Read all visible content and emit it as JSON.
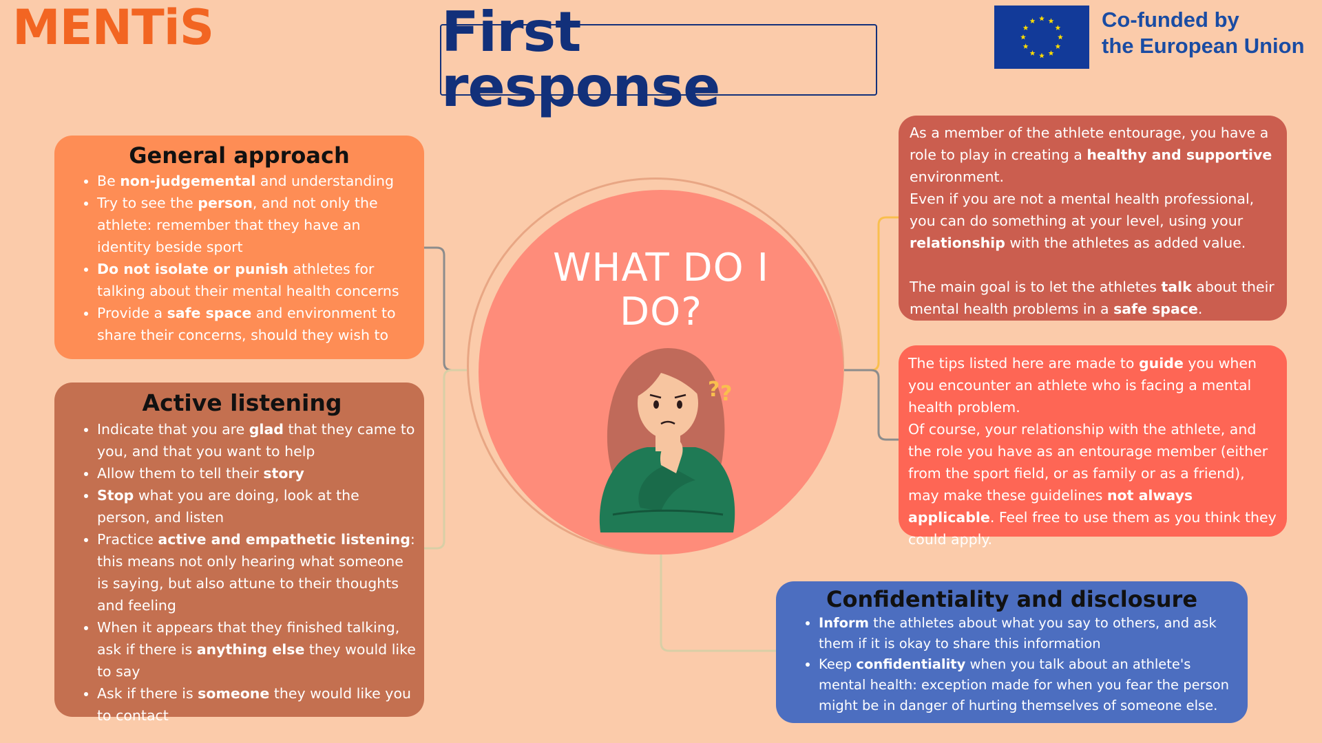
{
  "brand": {
    "logo": "MENTiS",
    "eu_line1": "Co-funded by",
    "eu_line2": "the European Union"
  },
  "title": "First response",
  "center": {
    "line1": "WHAT DO I",
    "line2": "DO?"
  },
  "colors": {
    "background": "#FBCBAA",
    "logo": "#F26522",
    "title": "#12307A",
    "general_card": "#FE8D55",
    "active_card": "#C47050",
    "confidentiality_card": "#4C6EC0",
    "entourage_card": "#CB5E4F",
    "tips_card": "#FE6655",
    "center_circle": "#FE8C7A"
  },
  "general": {
    "heading": "General approach",
    "items": [
      [
        {
          "t": "Be "
        },
        {
          "t": "non-judgemental",
          "b": true
        },
        {
          "t": " and understanding"
        }
      ],
      [
        {
          "t": "Try to see the "
        },
        {
          "t": "person",
          "b": true
        },
        {
          "t": ", and not only the athlete: remember that they have an identity beside sport"
        }
      ],
      [
        {
          "t": "Do not isolate or punish",
          "b": true
        },
        {
          "t": " athletes for talking about their mental health concerns"
        }
      ],
      [
        {
          "t": "Provide a "
        },
        {
          "t": "safe space",
          "b": true
        },
        {
          "t": " and environment to share their concerns, should they wish to"
        }
      ]
    ]
  },
  "active": {
    "heading": "Active listening",
    "items": [
      [
        {
          "t": "Indicate that you are "
        },
        {
          "t": "glad",
          "b": true
        },
        {
          "t": " that they came to you, and that you want to help"
        }
      ],
      [
        {
          "t": "Allow them to tell their "
        },
        {
          "t": "story",
          "b": true
        }
      ],
      [
        {
          "t": "Stop",
          "b": true
        },
        {
          "t": " what you are doing, look at the person, and listen"
        }
      ],
      [
        {
          "t": "Practice "
        },
        {
          "t": "active and empathetic listening",
          "b": true
        },
        {
          "t": ": this means not only hearing what someone is saying, but also attune to their thoughts and feeling"
        }
      ],
      [
        {
          "t": "When it appears that they finished talking, ask if there is "
        },
        {
          "t": "anything else",
          "b": true
        },
        {
          "t": " they would like to say"
        }
      ],
      [
        {
          "t": "Ask if there is "
        },
        {
          "t": "someone",
          "b": true
        },
        {
          "t": " they would like you to contact"
        }
      ]
    ]
  },
  "confidentiality": {
    "heading": "Confidentiality and disclosure",
    "items": [
      [
        {
          "t": "Inform",
          "b": true
        },
        {
          "t": " the athletes about what you say to others, and ask them if it is okay to share this information"
        }
      ],
      [
        {
          "t": "Keep "
        },
        {
          "t": "confidentiality",
          "b": true
        },
        {
          "t": " when you talk about an athlete's mental health: exception made for when you fear the person might be in danger of hurting themselves of someone else."
        }
      ]
    ]
  },
  "entourage": {
    "paragraphs": [
      [
        {
          "t": "As a member of the athlete entourage, you have a role to play in creating a "
        },
        {
          "t": "healthy and supportive",
          "b": true
        },
        {
          "t": " environment."
        }
      ],
      [
        {
          "t": "Even if you are not a mental health professional, you can do something at your level, using your "
        },
        {
          "t": "relationship",
          "b": true
        },
        {
          "t": " with the athletes as added value."
        }
      ],
      [],
      [
        {
          "t": "The main goal is to let the athletes "
        },
        {
          "t": "talk",
          "b": true
        },
        {
          "t": " about their mental health problems in a "
        },
        {
          "t": "safe space",
          "b": true
        },
        {
          "t": "."
        }
      ]
    ]
  },
  "tips": {
    "paragraphs": [
      [
        {
          "t": "The tips listed here are made to "
        },
        {
          "t": "guide",
          "b": true
        },
        {
          "t": " you when you encounter an athlete who is facing a mental health problem."
        }
      ],
      [
        {
          "t": "Of course, your relationship with the athlete, and the role you have as an entourage member (either from the sport field, or as family or as a friend), may make these guidelines "
        },
        {
          "t": "not always applicable",
          "b": true
        },
        {
          "t": ". Feel free to use them as you think they could apply."
        }
      ]
    ]
  }
}
